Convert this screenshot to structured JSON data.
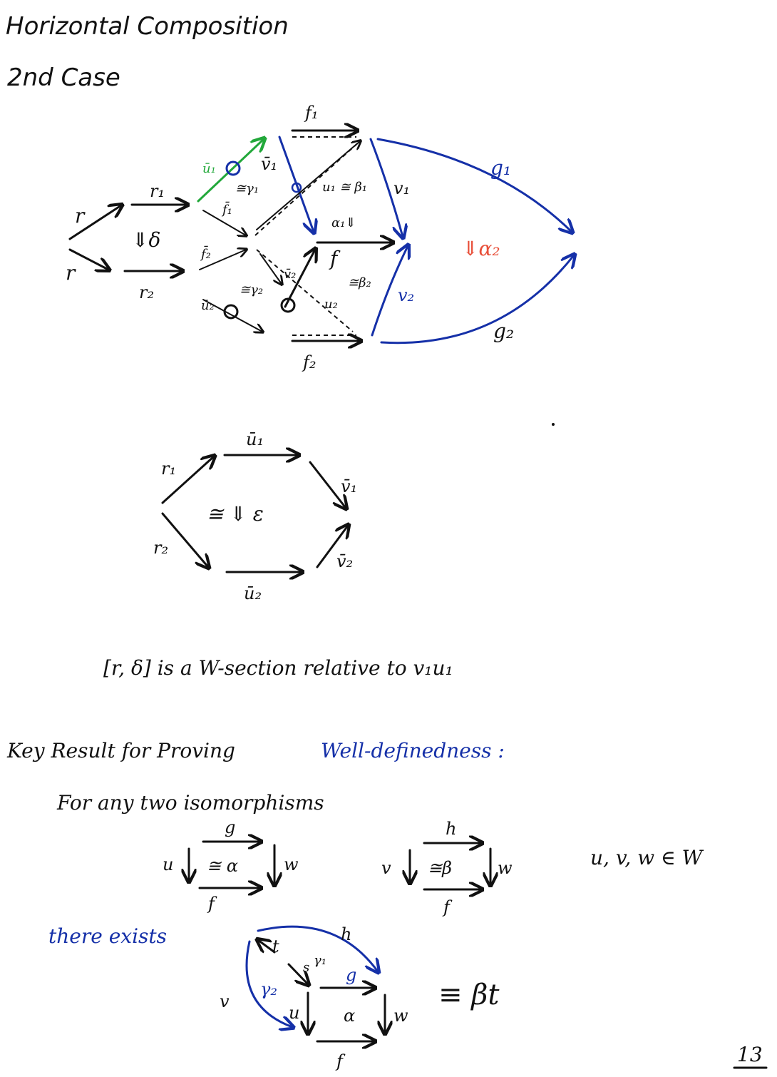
{
  "colors": {
    "ink": "#111111",
    "blue": "#1530a8",
    "green": "#22a83a",
    "red": "#e8503a"
  },
  "title": "Horizontal Composition",
  "subtitle": "2nd Case",
  "diagram1": {
    "r": "r",
    "r_lower": "r",
    "r1": "r₁",
    "r2": "r₂",
    "delta": "⇓δ",
    "u1bar": "ū₁",
    "v1bar": "v̄₁",
    "f1bar": "f̄₁",
    "f2bar": "f̄₂",
    "u2bar": "ū₂",
    "v2bar": "v̄₂",
    "gamma1": "≅γ₁",
    "gamma2": "≅γ₂",
    "f1": "f₁",
    "u1_beta1": "u₁ ≅ β₁",
    "alpha1": "α₁⇓",
    "f": "f",
    "beta2": "≅β₂",
    "u2": "u₂",
    "f2": "f₂",
    "v1": "v₁",
    "v2": "v₂",
    "g1": "g₁",
    "g2": "g₂",
    "alpha2": "⇓α₂"
  },
  "hexagon": {
    "r1": "r₁",
    "r2": "r₂",
    "u1bar": "ū₁",
    "u2bar": "ū₂",
    "v1bar": "v̄₁",
    "v2bar": "v̄₂",
    "center": "≅ ⇓ ε"
  },
  "statement": "[r, δ]  is a  W-section  relative to  v₁u₁",
  "key_result": {
    "heading_prefix": "Key Result for Proving",
    "heading_highlight": "Well-definedness :",
    "line": "For any two isomorphisms",
    "sq1": {
      "top": "g",
      "left": "u",
      "center": "≅ α",
      "right": "w",
      "bottom": "f"
    },
    "sq2": {
      "top": "h",
      "left": "v",
      "center": "≅β",
      "right": "w",
      "bottom": "f"
    },
    "membership": "u, v, w ∈ W",
    "there_exists": "there exists",
    "sq3": {
      "h": "h",
      "t": "t",
      "s": "s",
      "gamma1": "γ₁",
      "g": "g",
      "gamma2": "γ₂",
      "v": "v",
      "u": "u",
      "alpha": "α",
      "w": "w",
      "f": "f"
    },
    "equiv": "≡  βt"
  },
  "page_number": "13"
}
